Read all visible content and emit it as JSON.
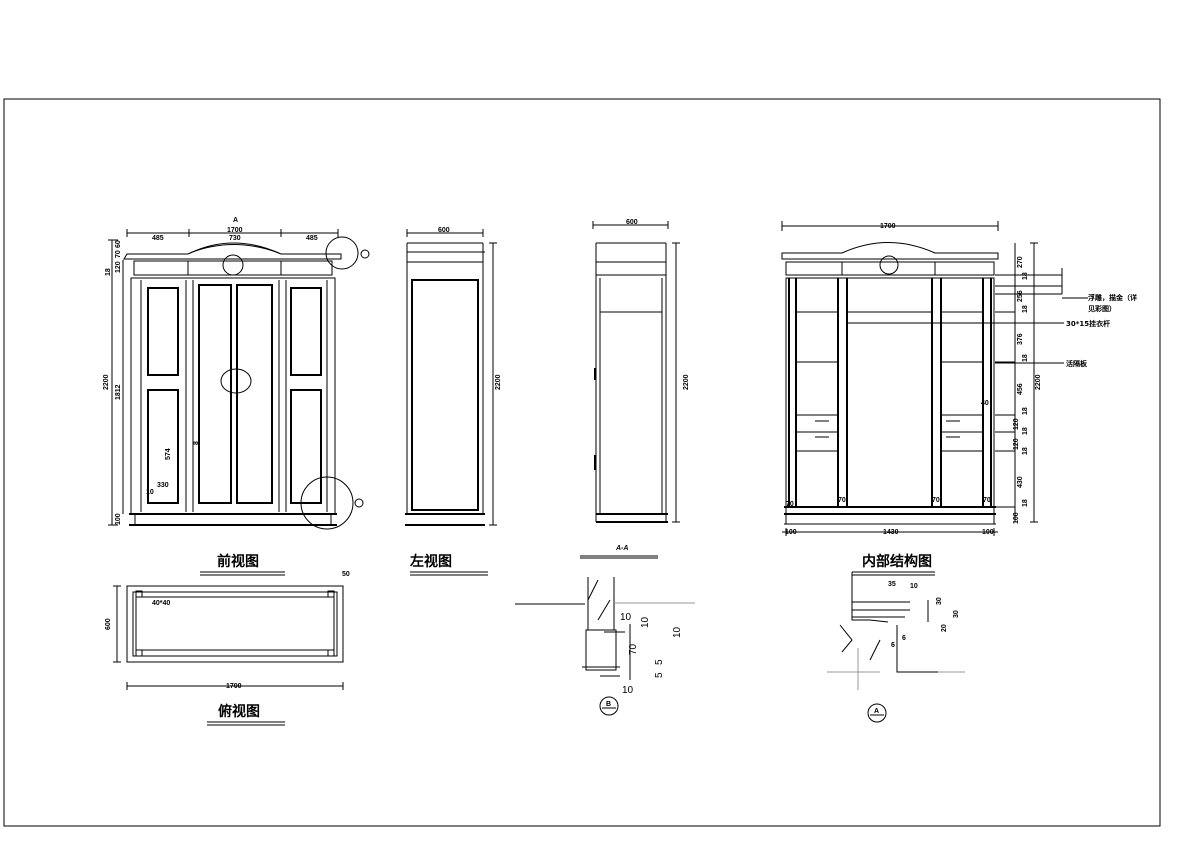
{
  "views": {
    "front": {
      "title": "前视图",
      "dims": {
        "width": "1700",
        "left": "485",
        "mid": "730",
        "right": "485",
        "height": "2200",
        "body": "1812",
        "base": "100",
        "top1": "18",
        "top2": "120",
        "top3": "70",
        "top4": "60",
        "panel": "574",
        "panel_w": "330",
        "gap": "10",
        "door": "8",
        "section_mark": "A"
      }
    },
    "left": {
      "title": "左视图",
      "dims": {
        "depth": "600",
        "height": "2200"
      }
    },
    "section": {
      "title": "A-A",
      "dims": {
        "depth": "600",
        "height": "2200"
      }
    },
    "interior": {
      "title": "内部结构图",
      "dims": {
        "width": "1700",
        "inner": "1430",
        "side_l": "100",
        "side_r": "100",
        "height": "2200",
        "h270": "270",
        "h18a": "18",
        "h256": "256",
        "h18b": "18",
        "h376": "376",
        "h18c": "18",
        "h456": "456",
        "h18d": "18",
        "h120a": "120",
        "h18e": "18",
        "h120b": "120",
        "h18f": "18",
        "h430": "430",
        "h18g": "18",
        "h100": "100",
        "post": "70",
        "drawer_gap": "40"
      },
      "notes": {
        "carving_1": "浮雕，描金（详",
        "carving_2": "见彩图）",
        "rail": "30*15挂衣杆",
        "shelf": "活隔板"
      }
    },
    "top": {
      "title": "俯视图",
      "dims": {
        "width": "1700",
        "depth": "600",
        "corner": "40*40",
        "edge": "50"
      }
    },
    "detail_b": {
      "label": "B",
      "dims": [
        "10",
        "10",
        "10",
        "70",
        "5",
        "5",
        "10"
      ]
    },
    "detail_a": {
      "label": "A",
      "dims": [
        "35",
        "10",
        "30",
        "30",
        "20",
        "6",
        "6"
      ]
    }
  }
}
